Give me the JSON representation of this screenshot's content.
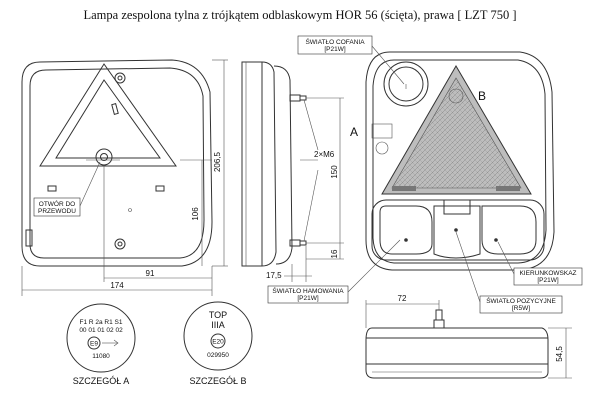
{
  "title": "Lampa zespolona tylna z trójkątem odblaskowym HOR 56 (ścięta), prawa [ LZT 750 ]",
  "dimensions": {
    "width_total": "174",
    "width_partial": "91",
    "height_total": "206,5",
    "height_partial": "106",
    "side_height": "150",
    "side_bottom": "16",
    "side_depth": "17,5",
    "bolts": "2×M6",
    "bottom_width": "72",
    "bottom_height": "54,5"
  },
  "labels": {
    "cable_hole_1": "OTWÓR DO",
    "cable_hole_2": "PRZEWODU",
    "reverse_1": "ŚWIATŁO COFANIA",
    "reverse_2": "[P21W]",
    "brake_1": "ŚWIATŁO HAMOWANIA",
    "brake_2": "[P21W]",
    "indicator_1": "KIERUNKOWSKAZ",
    "indicator_2": "[P21W]",
    "position_1": "ŚWIATŁO POZYCYJNE",
    "position_2": "[R5W]",
    "marker_a": "A",
    "marker_b": "B"
  },
  "detail_a": {
    "caption": "SZCZEGÓŁ A",
    "row1": "F1  R  2a  R1  S1",
    "row2": "00  01  01  02  02",
    "mark": "E9",
    "number": "11080"
  },
  "detail_b": {
    "caption": "SZCZEGÓŁ B",
    "line1": "TOP",
    "line2": "IIIA",
    "mark": "E20",
    "number": "029950"
  }
}
